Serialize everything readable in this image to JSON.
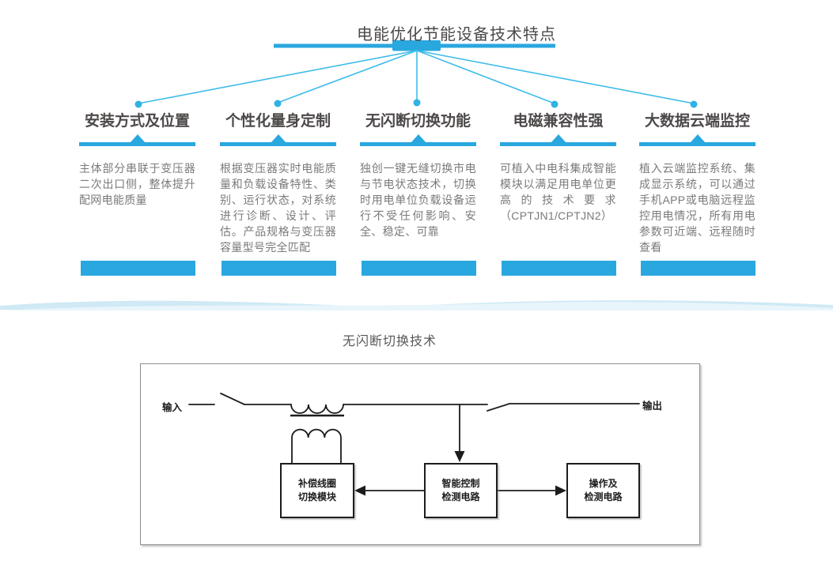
{
  "feature_section": {
    "title": "电能优化节能设备技术特点",
    "features": [
      {
        "title": "安装方式及位置",
        "description": "主体部分串联于变压器二次出口侧，整体提升配网电能质量"
      },
      {
        "title": "个性化量身定制",
        "description": "根据变压器实时电能质量和负载设备特性、类别、运行状态，对系统进行诊断、设计、评估。产品规格与变压器容量型号完全匹配"
      },
      {
        "title": "无闪断切换功能",
        "description": "独创一键无缝切换市电与节电状态技术，切换时用电单位负载设备运行不受任何影响、安全、稳定、可靠"
      },
      {
        "title": "电磁兼容性强",
        "description": "可植入中电科集成智能模块以满足用电单位更高的技术要求（CPTJN1/CPTJN2）"
      },
      {
        "title": "大数据云端监控",
        "description": "植入云端监控系统、集成显示系统，可以通过手机APP或电脑远程监控用电情况，所有用电参数可近端、远程随时查看"
      }
    ]
  },
  "switching_section": {
    "title": "无闪断切换技术",
    "labels": {
      "input": "输入",
      "output": "输出",
      "coil_module": "补偿线圈\n切换模块",
      "control_circuit": "智能控制\n检测电路",
      "operation_circuit": "操作及\n检测电路"
    }
  },
  "colors": {
    "accent_blue": "#29a7df",
    "fan_line_blue": "#3fbcea",
    "dot_blue": "#2fb2e6",
    "heading_gray": "#4c4948",
    "body_gray": "#7a7a7a",
    "circuit_line": "#1c1c1c"
  }
}
